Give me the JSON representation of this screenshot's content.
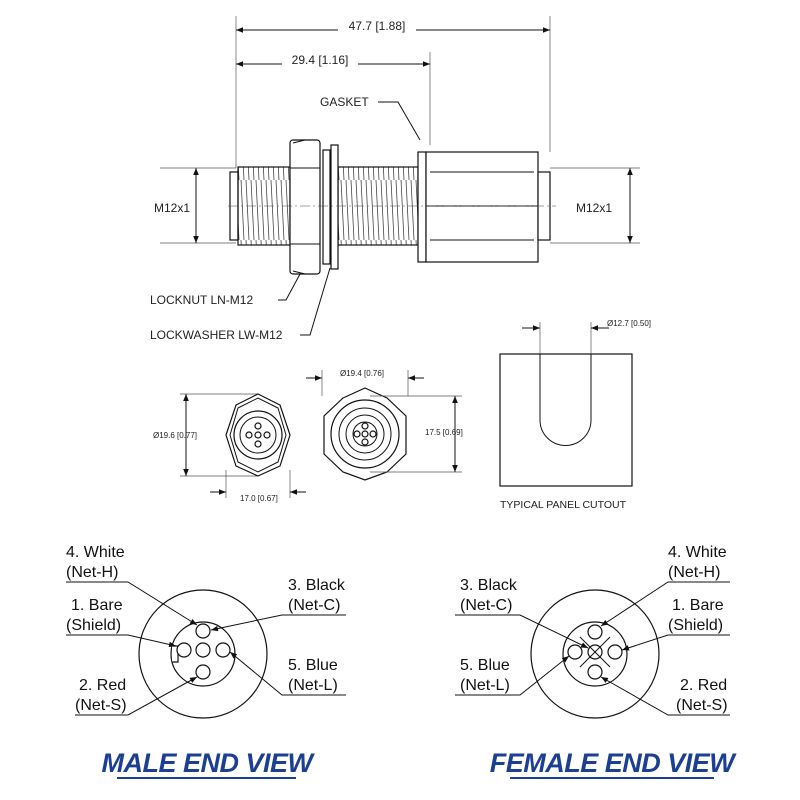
{
  "colors": {
    "title_blue": "#1c3f94",
    "line": "#111111"
  },
  "dimensions": {
    "overall_length": "47.7 [1.88]",
    "thread_length": "29.4 [1.16]",
    "left_thread": "M12x1",
    "right_thread": "M12x1",
    "male_face_dia": "Ø19.6 [0.77]",
    "male_hex": "17.0 [0.67]",
    "female_face_dia": "Ø19.4 [0.76]",
    "female_height": "17.5 [0.69]",
    "cutout_dia": "Ø12.7 [0.50]"
  },
  "callouts": {
    "gasket": "GASKET",
    "locknut": "LOCKNUT LN-M12",
    "lockwasher": "LOCKWASHER LW-M12"
  },
  "panel_cutout_label": "TYPICAL PANEL CUTOUT",
  "male_view": {
    "title": "MALE END VIEW",
    "pins": {
      "p4": {
        "name": "4. White",
        "net": "(Net-H)"
      },
      "p1": {
        "name": "1. Bare",
        "net": "(Shield)"
      },
      "p2": {
        "name": "2. Red",
        "net": "(Net-S)"
      },
      "p3": {
        "name": "3. Black",
        "net": "(Net-C)"
      },
      "p5": {
        "name": "5. Blue",
        "net": "(Net-L)"
      }
    }
  },
  "female_view": {
    "title": "FEMALE END VIEW",
    "pins": {
      "p4": {
        "name": "4. White",
        "net": "(Net-H)"
      },
      "p1": {
        "name": "1. Bare",
        "net": "(Shield)"
      },
      "p2": {
        "name": "2. Red",
        "net": "(Net-S)"
      },
      "p3": {
        "name": "3. Black",
        "net": "(Net-C)"
      },
      "p5": {
        "name": "5. Blue",
        "net": "(Net-L)"
      }
    }
  }
}
